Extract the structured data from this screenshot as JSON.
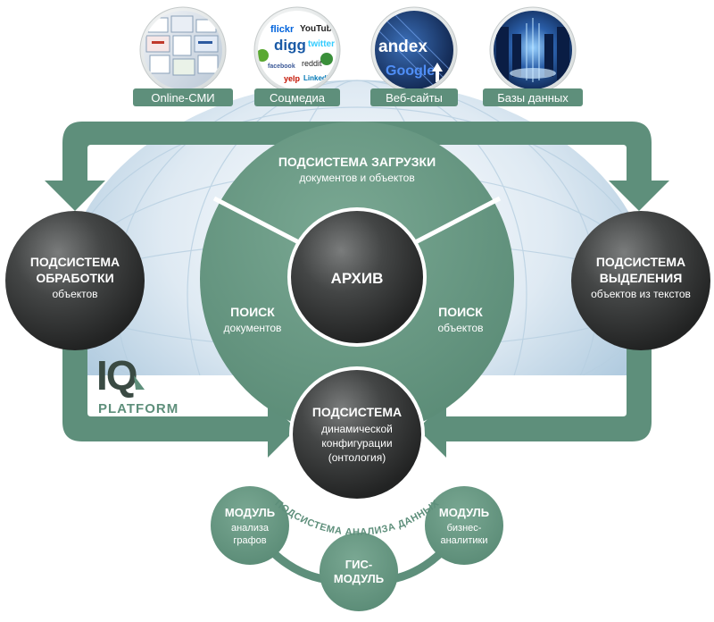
{
  "colors": {
    "green": "#5e8f7b",
    "green_dark": "#4d7b68",
    "green_light": "#73a08d",
    "sphere_dark": "#2f3030",
    "sphere_light": "#6d6f6f",
    "globe": "#aac8de"
  },
  "sources": [
    {
      "label": "Online-СМИ",
      "icon": "news-collage-icon"
    },
    {
      "label": "Соцмедиа",
      "icon": "social-logos-icon",
      "logos": [
        "flickr",
        "YouTube",
        "digg",
        "twitter",
        "facebook",
        "reddit",
        "yelp",
        "LinkedIn"
      ]
    },
    {
      "label": "Веб-сайты",
      "icon": "search-engines-icon",
      "logos": [
        "andex",
        "Google"
      ]
    },
    {
      "label": "Базы данных",
      "icon": "data-center-icon"
    }
  ],
  "load": {
    "title": "ПОДСИСТЕМА ЗАГРУЗКИ",
    "subtitle": "документов и объектов"
  },
  "archive": {
    "title": "АРХИВ"
  },
  "search_docs": {
    "title": "ПОИСК",
    "subtitle": "документов"
  },
  "search_objs": {
    "title": "ПОИСК",
    "subtitle": "объектов"
  },
  "processing": {
    "line1": "ПОДСИСТЕМА",
    "line2": "ОБРАБОТКИ",
    "subtitle": "объектов"
  },
  "extraction": {
    "line1": "ПОДСИСТЕМА",
    "line2": "ВЫДЕЛЕНИЯ",
    "subtitle": "объектов из текстов"
  },
  "config": {
    "title": "ПОДСИСТЕМА",
    "line1": "динамической",
    "line2": "конфигурации",
    "line3": "(онтология)"
  },
  "analysis_arc": "ПОДСИСТЕМА АНАЛИЗА ДАННЫХ",
  "modules": [
    {
      "title": "МОДУЛЬ",
      "line1": "анализа",
      "line2": "графов"
    },
    {
      "title": "ГИС-",
      "line1": "МОДУЛЬ"
    },
    {
      "title": "МОДУЛЬ",
      "line1": "бизнес-",
      "line2": "аналитики"
    }
  ],
  "logo": {
    "mark": "IQ",
    "word": "PLATFORM"
  }
}
